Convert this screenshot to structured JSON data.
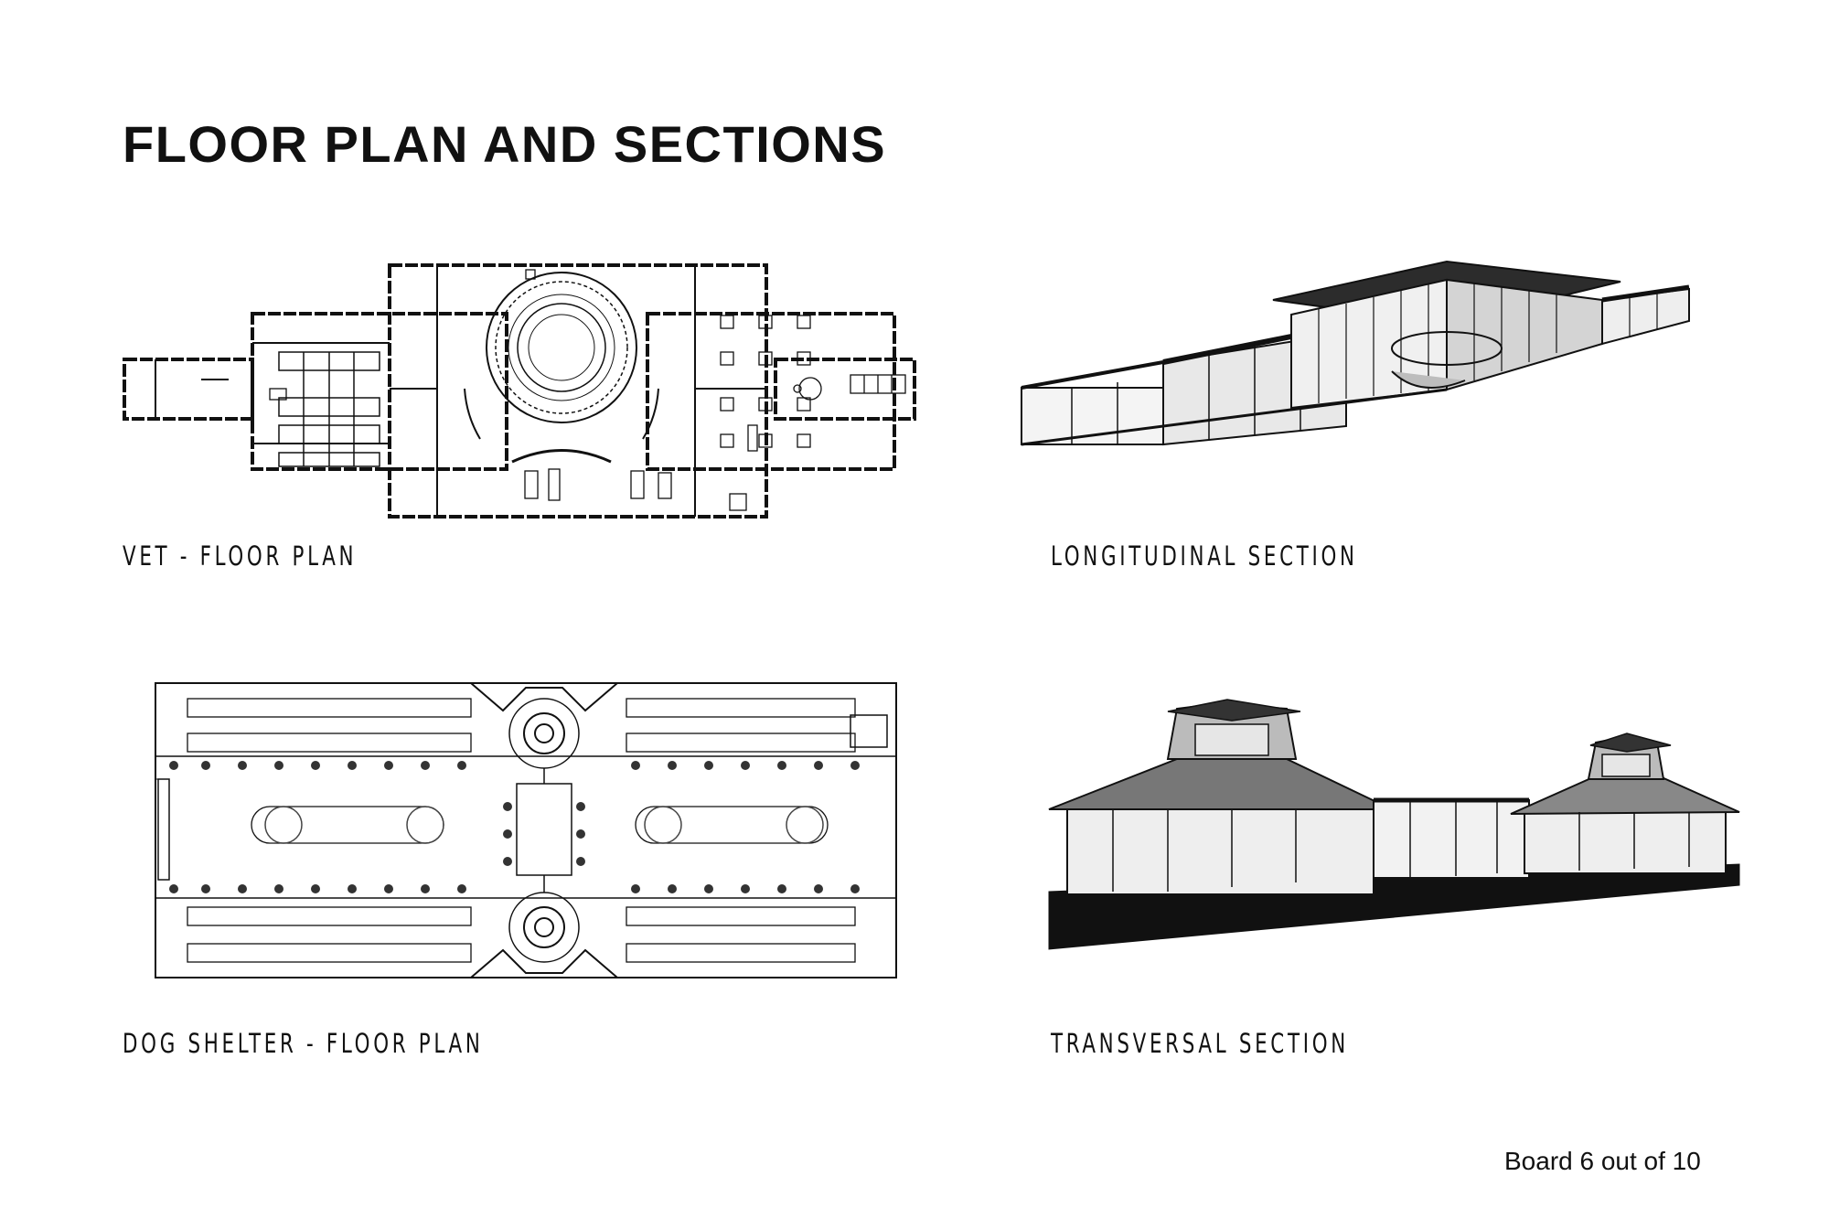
{
  "board": {
    "title": "FLOOR PLAN AND SECTIONS",
    "footer": "Board 6 out of 10"
  },
  "drawings": {
    "vet_plan": {
      "caption": "VET - FLOOR PLAN"
    },
    "longitudinal": {
      "caption": "LONGITUDINAL SECTION"
    },
    "shelter_plan": {
      "caption": "DOG SHELTER - FLOOR PLAN"
    },
    "transversal": {
      "caption": "TRANSVERSAL SECTION"
    }
  },
  "colors": {
    "ink": "#111111",
    "paper": "#ffffff",
    "mid_gray": "#9a9a9a",
    "light_gray": "#d9d9d9"
  }
}
